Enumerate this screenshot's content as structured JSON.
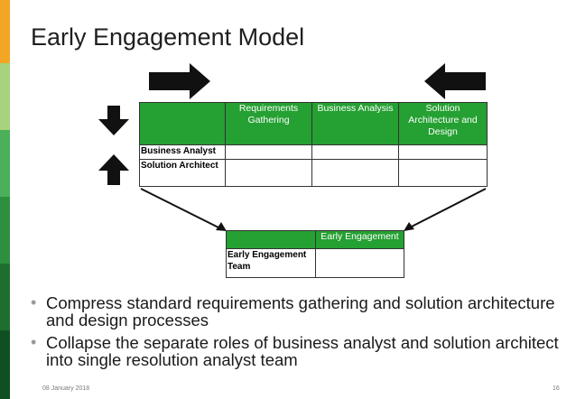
{
  "slide": {
    "title": "Early Engagement Model",
    "accent_colors": [
      "#f2a623",
      "#a7d27e",
      "#4caf5a",
      "#2e8f3e",
      "#1f6e30",
      "#0f4f22"
    ],
    "table_header_color": "#25a032",
    "arrows": [
      "right-arrow-icon",
      "left-arrow-icon",
      "down-arrow-icon",
      "up-arrow-icon"
    ],
    "table1": {
      "headers": [
        "",
        "Requirements Gathering",
        "Business Analysis",
        "Solution Architecture and Design"
      ],
      "rows": [
        {
          "label": "Business Analyst",
          "cells": [
            "",
            "",
            ""
          ]
        },
        {
          "label": "Solution Architect",
          "cells": [
            "",
            "",
            ""
          ]
        }
      ]
    },
    "table2": {
      "headers": [
        "",
        "Early Engagement"
      ],
      "rows": [
        {
          "label": "Early Engagement Team",
          "cells": [
            ""
          ]
        }
      ]
    },
    "bullets": [
      "Compress standard requirements gathering and solution architecture and design processes",
      "Collapse the separate roles of business analyst and solution architect into single resolution analyst team"
    ],
    "footer": {
      "date": "08 January 2018",
      "page": "16"
    }
  }
}
